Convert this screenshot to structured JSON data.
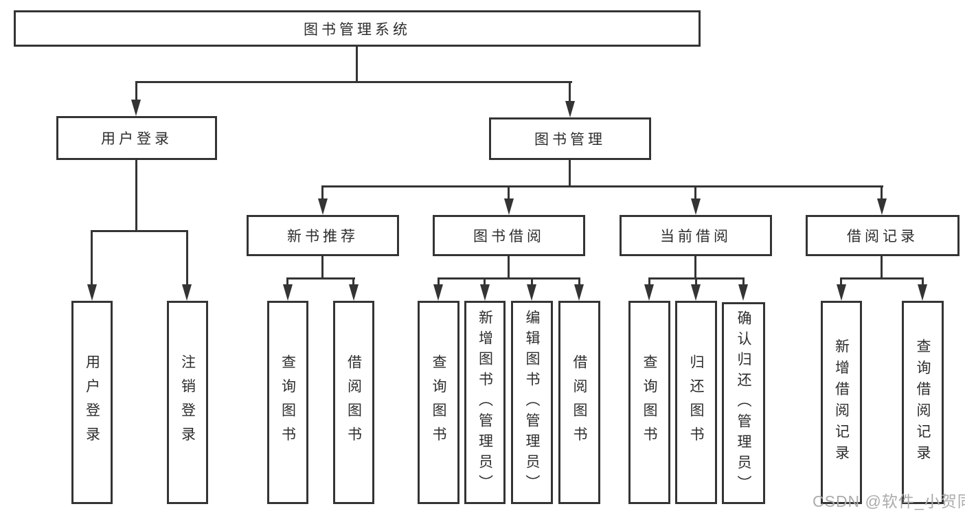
{
  "colors": {
    "line": "#343434",
    "text": "#2d2d2d",
    "watermark": "#ababab",
    "background": "#ffffff"
  },
  "tree": {
    "label": "图书管理系统",
    "children": [
      {
        "label": "用户登录",
        "children": [
          {
            "label": "用户登录"
          },
          {
            "label": "注销登录"
          }
        ]
      },
      {
        "label": "图书管理",
        "children": [
          {
            "label": "新书推荐",
            "children": [
              {
                "label": "查询图书"
              },
              {
                "label": "借阅图书"
              }
            ]
          },
          {
            "label": "图书借阅",
            "children": [
              {
                "label": "查询图书"
              },
              {
                "label": "新增图书（管理员）"
              },
              {
                "label": "编辑图书（管理员）"
              },
              {
                "label": "借阅图书"
              }
            ]
          },
          {
            "label": "当前借阅",
            "children": [
              {
                "label": "查询图书"
              },
              {
                "label": "归还图书"
              },
              {
                "label": "确认归还（管理员）"
              }
            ]
          },
          {
            "label": "借阅记录",
            "children": [
              {
                "label": "新增借阅记录"
              },
              {
                "label": "查询借阅记录"
              }
            ]
          }
        ]
      }
    ]
  },
  "watermark": {
    "text": "CSDN @软件_小贺同学"
  }
}
